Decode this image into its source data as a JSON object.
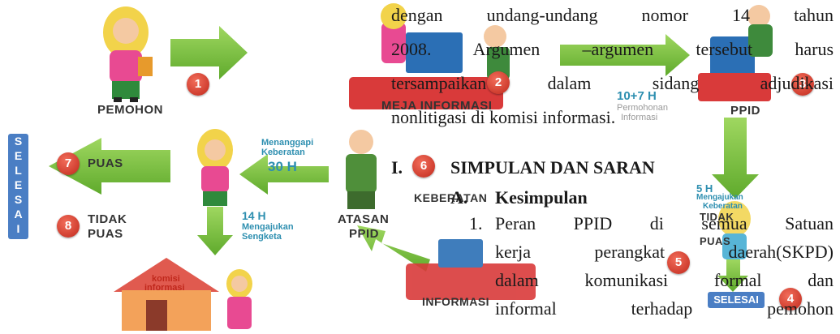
{
  "diagram": {
    "pemohon": "PEMOHON",
    "meja_informasi": "MEJA INFORMASI",
    "ppid": "PPID",
    "ppid_days": "10+7 H",
    "ppid_note_1": "Permohonan",
    "ppid_note_2": "Informasi",
    "puas": "PUAS",
    "tidak": "TIDAK",
    "puas2": "PUAS",
    "selesai_vertical": [
      "S",
      "E",
      "L",
      "E",
      "S",
      "A",
      "I"
    ],
    "menanggapi_1": "Menanggapi",
    "menanggapi_2": "Keberatan",
    "menanggapi_days": "30 H",
    "atasan_1": "ATASAN",
    "atasan_2": "PPID",
    "sengketa_days": "14 H",
    "sengketa_1": "Mengajukan",
    "sengketa_2": "Sengketa",
    "komisi_sign_1": "komisi",
    "komisi_sign_2": "informasi",
    "mengajukan_days": "5 H",
    "mengajukan_1": "Mengajukan",
    "mengajukan_2": "Keberatan",
    "keberatan": "KEBERATAN",
    "tidak_puas": "TIDAK",
    "puas_small": "PUAS",
    "informasi": "INFORMASI",
    "selesai_bottom": "SELESAI",
    "badges": [
      "1",
      "2",
      "3",
      "4",
      "5",
      "6",
      "7",
      "8"
    ]
  },
  "document": {
    "line1": "dengan undang-undang nomor 14 tahun",
    "line2": "2008. Argumen –argumen tersebut harus",
    "line3": "tersampaikan dalam sidang adjudikasi",
    "line4": "nonlitigasi di komisi informasi.",
    "heading_num": "I.",
    "heading": "SIMPULAN DAN SARAN",
    "sub_num": "A.",
    "sub": "Kesimpulan",
    "item_num": "1.",
    "item_line1": "Peran PPID di semua Satuan",
    "item_line2": "kerja perangkat daerah(SKPD)",
    "item_line3": "dalam komunikasi formal dan",
    "item_line4": "informal terhadap pemohon"
  },
  "colors": {
    "arrow_green": "#7cc242",
    "badge_red": "#d23b2a",
    "accent_blue": "#2e8fb0",
    "selesai_blue": "#4a7ec4"
  }
}
